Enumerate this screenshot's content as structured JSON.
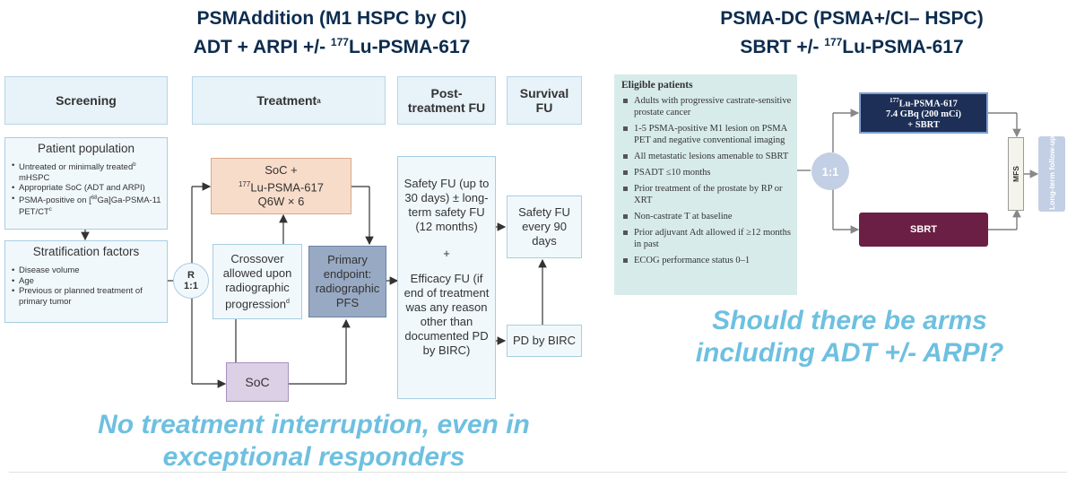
{
  "left": {
    "title1": "PSMAddition (M1 HSPC by CI)",
    "title2_prefix": "ADT + ARPI +/- ",
    "title2_sup": "177",
    "title2_suffix": "Lu-PSMA-617",
    "headers": {
      "screening": "Screening",
      "treatment": "Treatment",
      "treatment_sup": "a",
      "post_treatment": "Post-treatment FU",
      "survival": "Survival FU"
    },
    "patient_population": {
      "title": "Patient population",
      "items": [
        {
          "text": "Untreated or minimally treated",
          "sup": "b",
          "rest": " mHSPC"
        },
        {
          "text": "Appropriate SoC (ADT and ARPI)",
          "sup": "",
          "rest": ""
        },
        {
          "text": "PSMA-positive on [",
          "sup": "68",
          "rest": "Ga]Ga-PSMA-11 PET/CT",
          "sup2": "c"
        }
      ]
    },
    "stratification": {
      "title": "Stratification factors",
      "items": [
        "Disease volume",
        "Age",
        "Previous or planned treatment of primary tumor"
      ]
    },
    "randomization": {
      "line1": "R",
      "line2": "1:1"
    },
    "arm_lu": {
      "line1": "SoC +",
      "sup": "177",
      "line2": "Lu-PSMA-617",
      "line3": "Q6W × 6"
    },
    "crossover": {
      "text": "Crossover allowed upon radiographic progression",
      "sup": "d"
    },
    "arm_soc": "SoC",
    "primary_endpoint": "Primary endpoint: radiographic PFS",
    "safety_fu": "Safety FU (up to 30 days) ± long-term safety FU (12 months)",
    "plus": "+",
    "efficacy_fu": "Efficacy FU (if end of treatment was any reason other than documented PD by BIRC)",
    "safety_fu_90": "Safety FU every 90 days",
    "pd_birc": "PD by BIRC",
    "callout": "No treatment interruption, even in exceptional responders"
  },
  "right": {
    "title1": "PSMA-DC (PSMA+/CI– HSPC)",
    "title2_prefix": "SBRT +/- ",
    "title2_sup": "177",
    "title2_suffix": "Lu-PSMA-617",
    "eligible": {
      "heading": "Eligible patients",
      "items": [
        "Adults with progressive castrate-sensitive prostate cancer",
        "1-5 PSMA-positive M1 lesion on PSMA PET and negative conventional imaging",
        "All metastatic lesions amenable to SBRT",
        "PSADT ≤10 months",
        "Prior treatment of the prostate by RP or XRT",
        "Non-castrate T at baseline",
        "Prior adjuvant Adt allowed if ≥12 months in past",
        "ECOG performance status 0–1"
      ]
    },
    "ratio": "1:1",
    "arm_top": {
      "sup": "177",
      "line1": "Lu-PSMA-617",
      "line2": "7.4 GBq (200 mCi)",
      "line3": "+ SBRT"
    },
    "arm_bottom": "SBRT",
    "mfs": "MFS",
    "followup": "Long-term follow-up",
    "callout": "Should there be arms including ADT +/- ARPI?",
    "colors": {
      "arm_top": "#1d2f57",
      "arm_bottom": "#6b1f45",
      "eligible_bg": "#d8ebeb"
    }
  }
}
